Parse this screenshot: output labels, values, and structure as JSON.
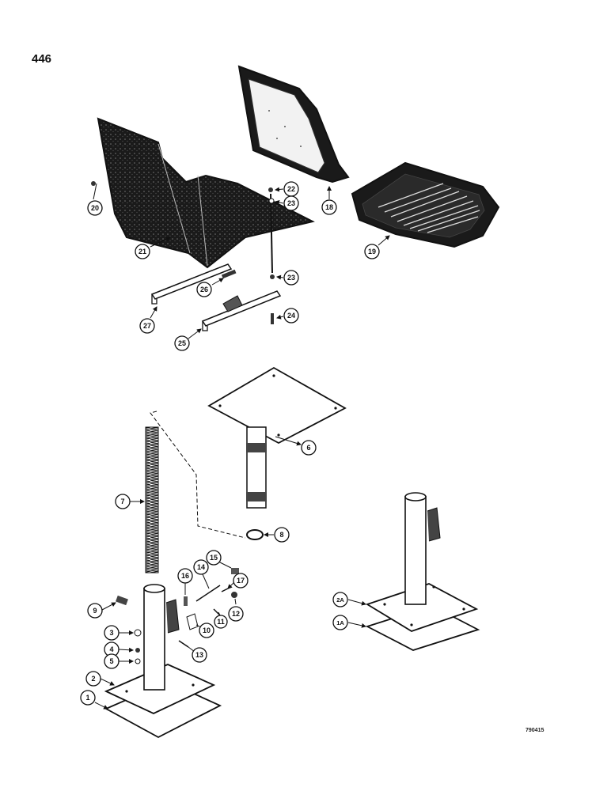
{
  "page_number": "446",
  "document_code": "790415",
  "callouts": {
    "c1": "1",
    "c2": "2",
    "c3": "3",
    "c4": "4",
    "c5": "5",
    "c6": "6",
    "c7": "7",
    "c8": "8",
    "c9": "9",
    "c10": "10",
    "c11": "11",
    "c12": "12",
    "c13": "13",
    "c14": "14",
    "c15": "15",
    "c16": "16",
    "c17": "17",
    "c18": "18",
    "c19": "19",
    "c20": "20",
    "c21": "21",
    "c22": "22",
    "c23a": "23",
    "c23b": "23",
    "c24": "24",
    "c25": "25",
    "c26": "26",
    "c27": "27",
    "c2A": "2A",
    "c1A": "1A"
  },
  "colors": {
    "ink": "#111111",
    "paper": "#ffffff"
  }
}
